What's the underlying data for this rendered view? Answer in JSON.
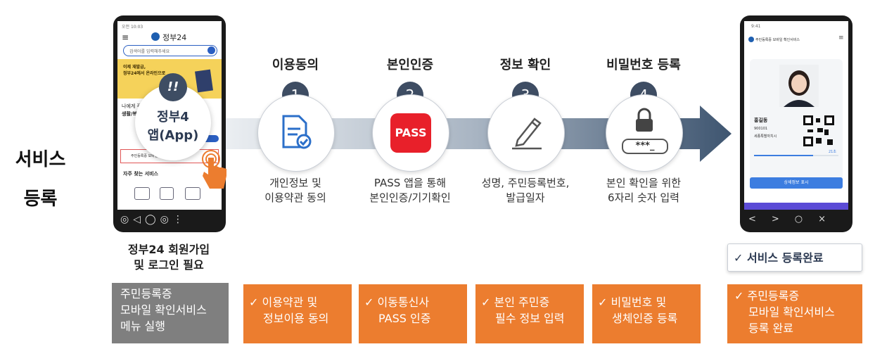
{
  "row_label": {
    "line1": "서비스",
    "line2": "등록"
  },
  "left_phone": {
    "status": "오전 10:03",
    "app_name": "정부24",
    "search_placeholder": "검색어를 입력해주세요",
    "banner_line1": "이제 재발급,",
    "banner_line2": "정부24에서 온라인으로",
    "greeting": "나에게 꼭",
    "greeting2": "생활/복지",
    "menu_highlight": "주민등록증 모바일 확인서비스",
    "frequent": "자주 찾는 서비스",
    "bubble_line1": "정부4",
    "bubble_line2": "앱(App)",
    "bubble_mark": "!!"
  },
  "left_caption": {
    "line1": "정부24 회원가입",
    "line2": "및 로그인 필요"
  },
  "left_box": {
    "line1": "주민등록증",
    "line2": "모바일 확인서비스",
    "line3": "메뉴 실행"
  },
  "steps": [
    {
      "num": "1",
      "title": "이용동의",
      "desc1": "개인정보 및",
      "desc2": "이용약관 동의",
      "box1": "✓ 이용약관 및",
      "box2": "정보이용 동의",
      "icon": "document-check-icon"
    },
    {
      "num": "2",
      "title": "본인인증",
      "desc1": "PASS 앱을 통해",
      "desc2": "본인인증/기기확인",
      "box1": "✓ 이동통신사",
      "box2": "PASS 인증",
      "icon": "pass-logo-icon"
    },
    {
      "num": "3",
      "title": "정보 확인",
      "desc1": "성명, 주민등록번호,",
      "desc2": "발급일자",
      "box1": "✓ 본인 주민증",
      "box2": "필수 정보 입력",
      "icon": "pen-write-icon"
    },
    {
      "num": "4",
      "title": "비밀번호 등록",
      "desc1": "본인 확인을 위한",
      "desc2": "6자리 숫자 입력",
      "box1": "✓ 비밀번호 및",
      "box2": "생체인증 등록",
      "icon": "lock-password-icon"
    }
  ],
  "pass_label": "PASS",
  "pin_mask": "***_",
  "right_phone": {
    "time": "9:41",
    "title": "주민등록증 모바일 확인서비스",
    "name": "홍길동",
    "id_num": "900101",
    "issuer": "세종특별자치시",
    "timer": "21초",
    "button": "상세정보 표시"
  },
  "complete_badge": "✓ 서비스 등록완료",
  "right_box": {
    "line1": "✓ 주민등록증",
    "line2": "모바일 확인서비스",
    "line3": "등록 완료"
  },
  "colors": {
    "orange": "#ec7d2f",
    "gray": "#7f7f7f",
    "navy": "#3e4d63",
    "pass_red": "#e8202a",
    "blue": "#3c7de0"
  }
}
